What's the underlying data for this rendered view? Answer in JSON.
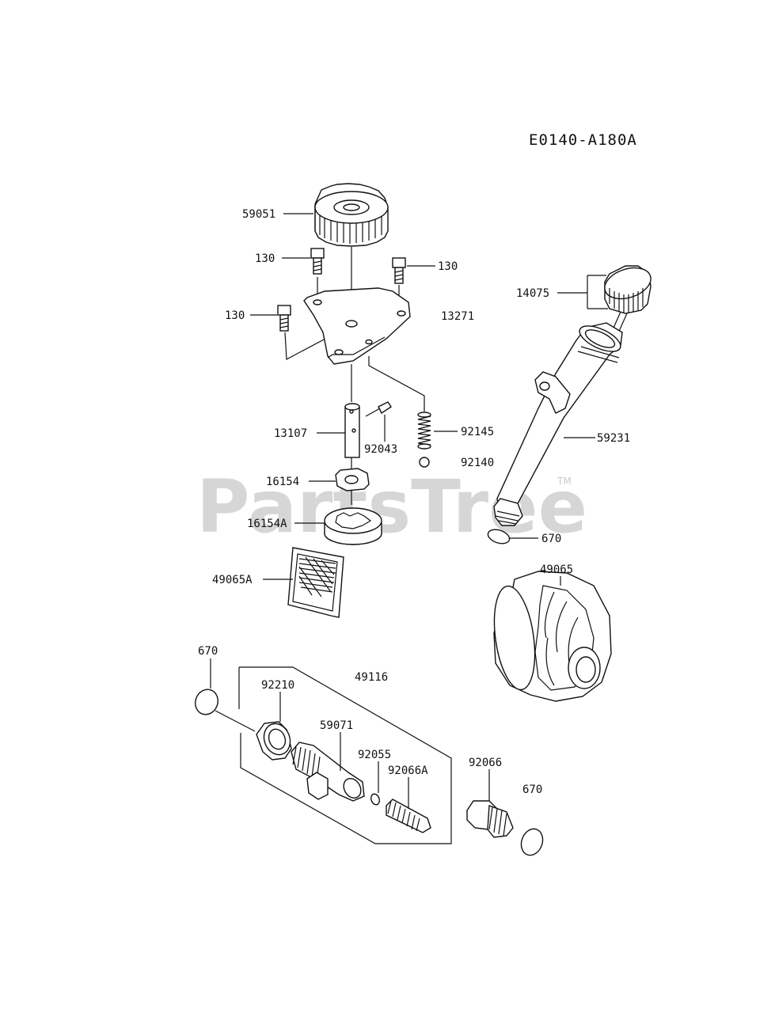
{
  "diagram_code": "E0140-A180A",
  "watermark": "PartsTree",
  "watermark_tm": "TM",
  "labels": {
    "p59051": "59051",
    "p130a": "130",
    "p130b": "130",
    "p130c": "130",
    "p13271": "13271",
    "p14075": "14075",
    "p13107": "13107",
    "p92043": "92043",
    "p92145": "92145",
    "p92140": "92140",
    "p59231": "59231",
    "p16154": "16154",
    "p16154A": "16154A",
    "p670a": "670",
    "p49065A": "49065A",
    "p49065": "49065",
    "p670b": "670",
    "p49116": "49116",
    "p92210": "92210",
    "p59071": "59071",
    "p92055": "92055",
    "p92066A": "92066A",
    "p92066": "92066",
    "p670c": "670"
  }
}
